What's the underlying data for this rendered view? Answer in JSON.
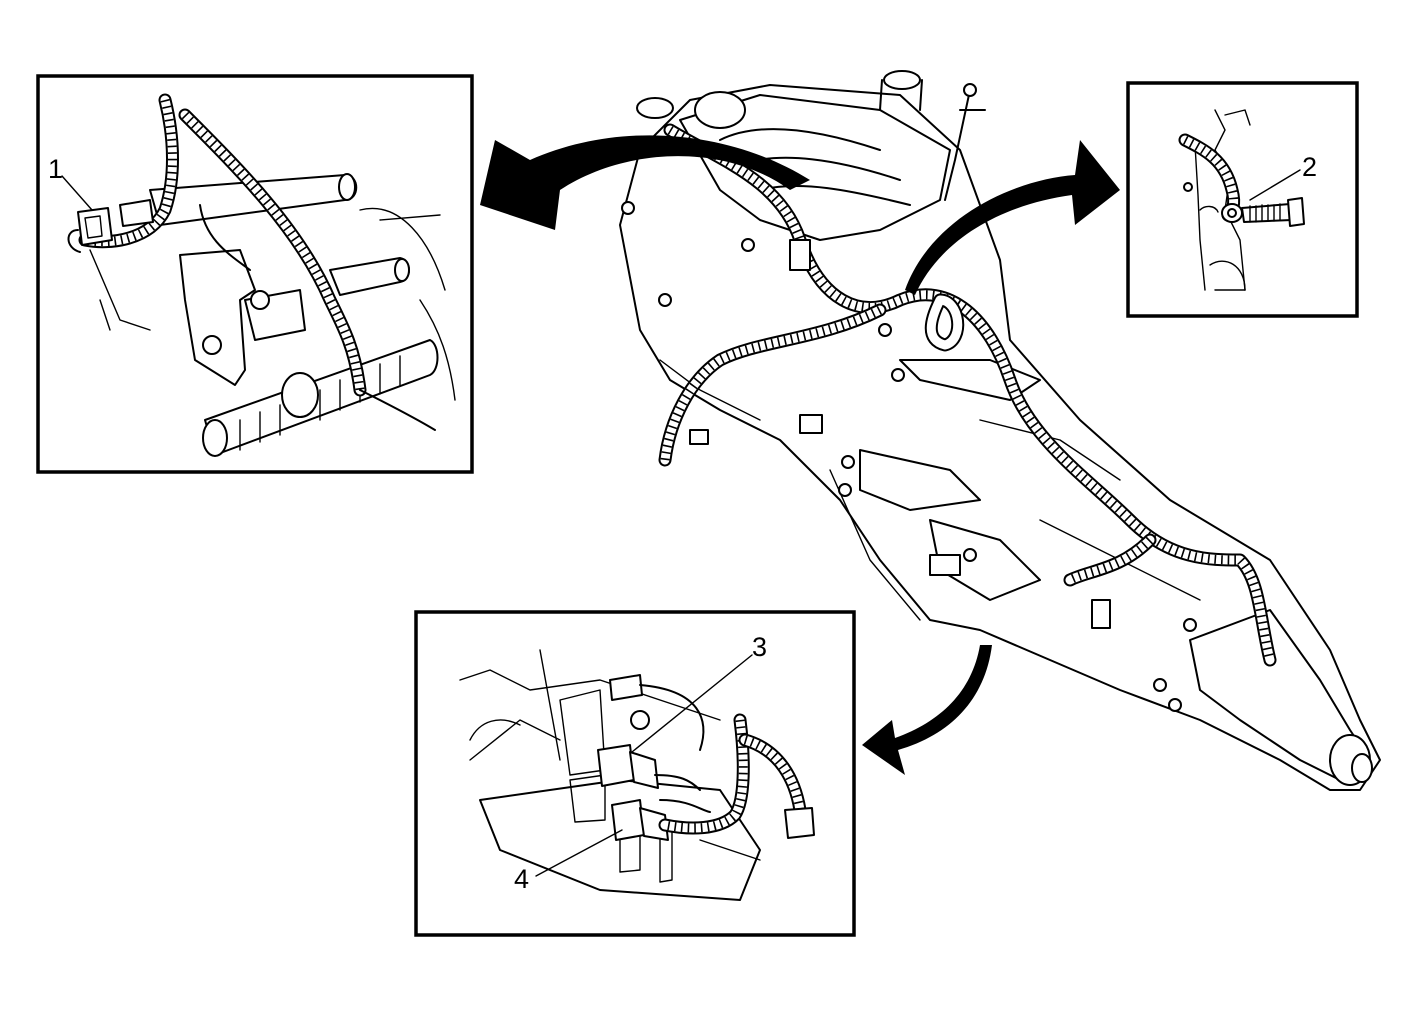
{
  "figure": {
    "callouts": [
      {
        "id": "1",
        "text": "1"
      },
      {
        "id": "2",
        "text": "2"
      },
      {
        "id": "3",
        "text": "3"
      },
      {
        "id": "4",
        "text": "4"
      }
    ],
    "insets": [
      "detail-left",
      "detail-right",
      "detail-bottom"
    ]
  }
}
